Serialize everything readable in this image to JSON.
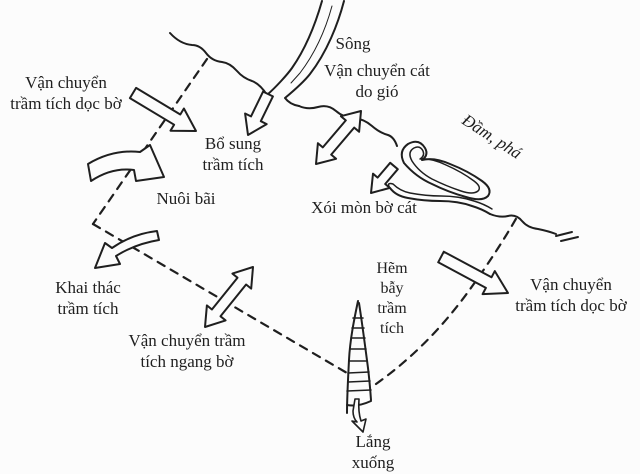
{
  "colors": {
    "ink": "#1f1f1f",
    "paper": "#fcfcfc"
  },
  "labels": {
    "river": "Sông",
    "wind_transport": {
      "line1": "Vận chuyển cát",
      "line2": "do gió"
    },
    "lagoon": "Đầm, phá",
    "longshore_left": {
      "line1": "Vận chuyển",
      "line2": "trầm tích dọc bờ"
    },
    "sediment_supply": {
      "line1": "Bổ sung",
      "line2": "trầm tích"
    },
    "beach_nourishment": "Nuôi bãi",
    "erosion": "Xói mòn bờ cát",
    "sediment_mining": {
      "line1": "Khai thác",
      "line2": "trầm tích"
    },
    "cross_shore": {
      "line1": "Vận chuyển trầm",
      "line2": "tích ngang bờ"
    },
    "sediment_trap": {
      "line1": "Hẽm",
      "line2": "bẫy",
      "line3": "trầm",
      "line4": "tích"
    },
    "longshore_right": {
      "line1": "Vận chuyển",
      "line2": "trầm tích dọc bờ"
    },
    "settling": {
      "line1": "Lắng",
      "line2": "xuống"
    }
  },
  "arrows": {
    "longshore_left": "hollow-arrow-down-right",
    "sediment_supply": "hollow-arrow-down-left-from-river-mouth",
    "wind_transport": "hollow-double-arrow-across-shore",
    "erosion": "hollow-arrow-down-left",
    "beach_nourishment": "curved-hollow-arrow-toward-shore",
    "sediment_mining": "curved-hollow-arrow-away-from-shore",
    "cross_shore": "hollow-double-arrow-diagonal",
    "longshore_right": "hollow-arrow-down-right",
    "settling": "small-hollow-arrow-down"
  }
}
